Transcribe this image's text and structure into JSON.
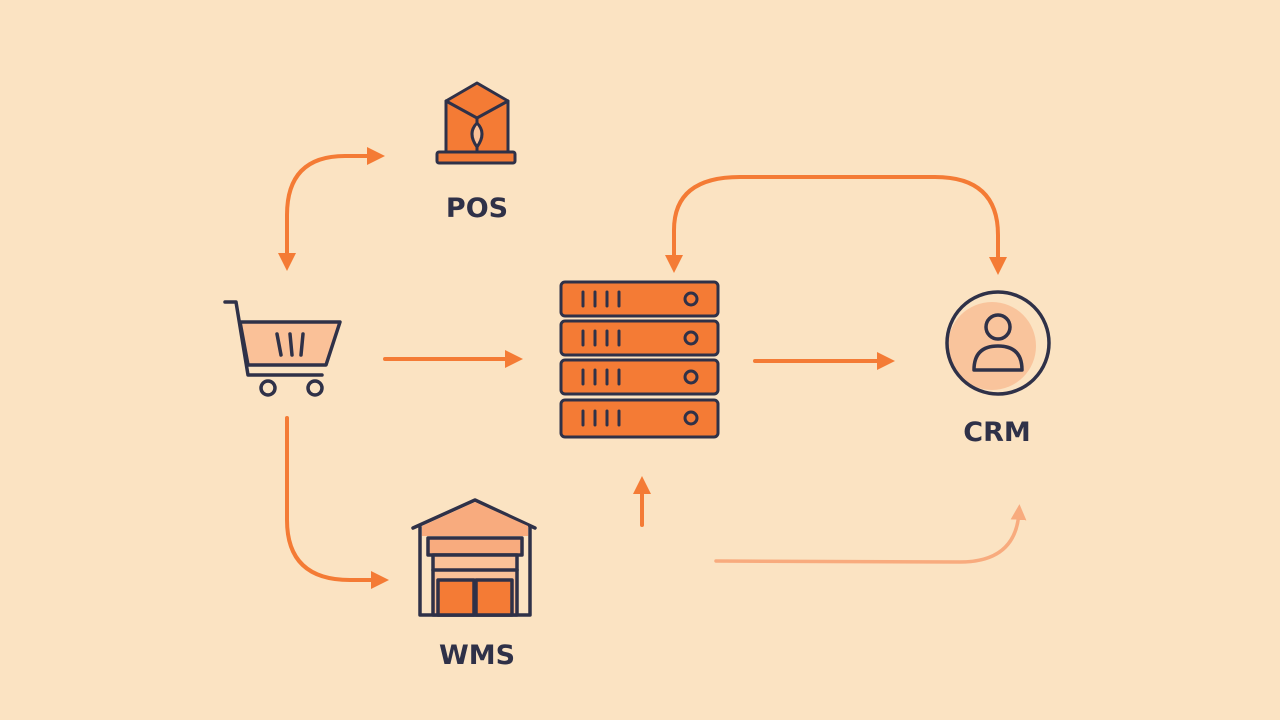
{
  "colors": {
    "background": "#fbe3c2",
    "accent": "#f47b35",
    "accent_light": "#f8ab7e",
    "ink": "#2f3148",
    "fill_light": "#fac198"
  },
  "nodes": {
    "pos": {
      "label": "POS",
      "icon": "pos-terminal-icon"
    },
    "cart": {
      "label": "",
      "icon": "shopping-cart-icon"
    },
    "server": {
      "label": "",
      "icon": "server-stack-icon"
    },
    "crm": {
      "label": "CRM",
      "icon": "user-profile-icon"
    },
    "wms": {
      "label": "WMS",
      "icon": "warehouse-icon"
    }
  }
}
